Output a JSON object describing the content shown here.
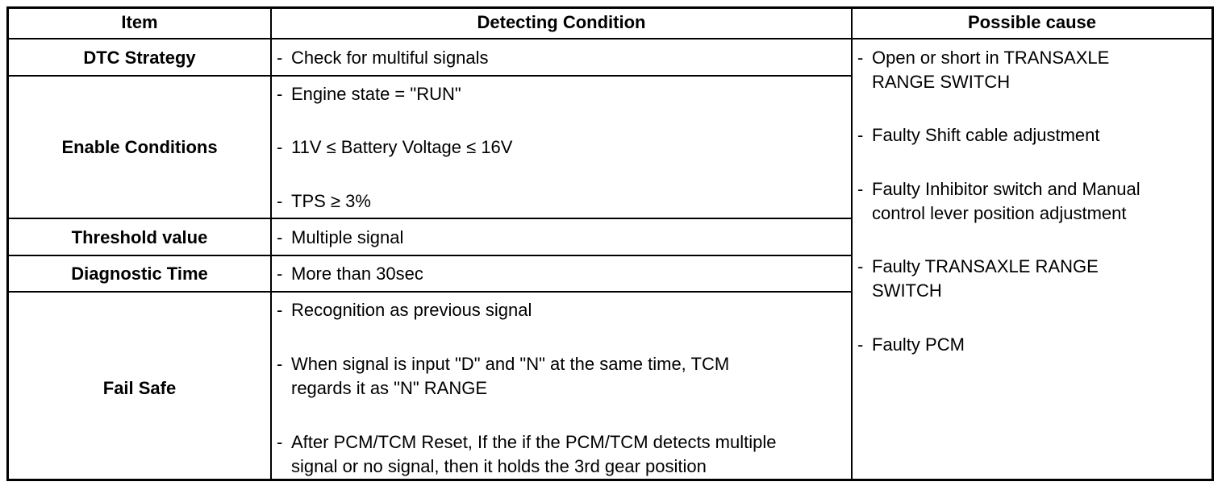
{
  "headers": {
    "item": "Item",
    "detecting": "Detecting Condition",
    "cause": "Possible cause"
  },
  "rows": [
    {
      "item": "DTC Strategy",
      "conditions": [
        [
          "Check for multiful signals"
        ]
      ]
    },
    {
      "item": "Enable Conditions",
      "conditions": [
        [
          "Engine state = \"RUN\""
        ],
        [
          "11V ≤ Battery Voltage ≤ 16V"
        ],
        [
          "TPS ≥ 3%"
        ]
      ]
    },
    {
      "item": "Threshold value",
      "conditions": [
        [
          "Multiple signal"
        ]
      ]
    },
    {
      "item": "Diagnostic Time",
      "conditions": [
        [
          "More than 30sec"
        ]
      ]
    },
    {
      "item": "Fail Safe",
      "conditions": [
        [
          "Recognition as previous signal"
        ],
        [
          "When signal is input \"D\" and \"N\" at the same time, TCM",
          "regards it as \"N\" RANGE"
        ],
        [
          "After PCM/TCM Reset, If the if the PCM/TCM detects multiple",
          "signal or no signal, then it holds the 3rd gear position"
        ]
      ]
    }
  ],
  "causes": [
    [
      "Open or short in TRANSAXLE",
      "RANGE SWITCH"
    ],
    [
      "Faulty Shift cable adjustment"
    ],
    [
      "Faulty Inhibitor switch and Manual",
      "control lever position adjustment"
    ],
    [
      "Faulty TRANSAXLE RANGE",
      "SWITCH"
    ],
    [
      "Faulty PCM"
    ]
  ],
  "bullet": "-"
}
